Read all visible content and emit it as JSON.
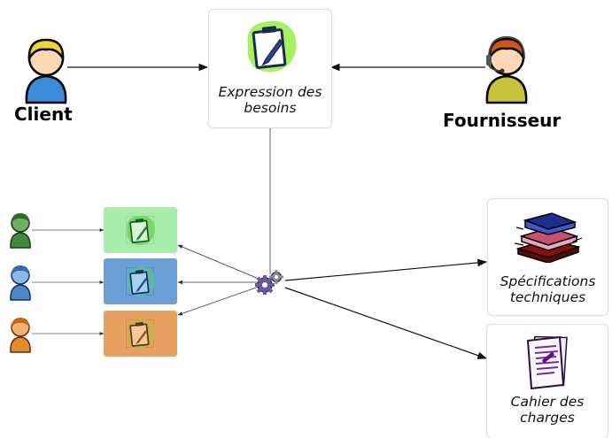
{
  "actors": {
    "client": {
      "name": "Client",
      "icon": "client-person-icon",
      "hair": "#f2d630",
      "shirt": "#3a8bd8"
    },
    "supplier": {
      "name": "Fournisseur",
      "icon": "supplier-headset-person-icon",
      "hair": "#d2541c",
      "shirt": "#c8c33a"
    }
  },
  "nodes": {
    "needs": {
      "label_line1": "Expression des",
      "label_line2": "besoins",
      "icon": "clipboard-pencil-icon"
    },
    "specs": {
      "label_line1": "Spécifications",
      "label_line2": "techniques",
      "icon": "book-stack-icon"
    },
    "charges": {
      "label_line1": "Cahier des",
      "label_line2": "charges",
      "icon": "document-sheets-icon"
    },
    "hub": {
      "icon": "gears-icon"
    }
  },
  "teams": [
    {
      "name": "green",
      "person_color": "#3f8a3a",
      "box_color": "#a8ecac",
      "icon": "clipboard-pencil-icon"
    },
    {
      "name": "blue",
      "person_color": "#4a86c8",
      "box_color": "#6aa0d6",
      "icon": "clipboard-pencil-icon"
    },
    {
      "name": "orange",
      "person_color": "#e88a2a",
      "box_color": "#e8a060",
      "icon": "clipboard-pencil-icon"
    }
  ],
  "colors": {
    "accent_green": "#a8f060",
    "card_border": "#dddddd",
    "line": "#333333"
  }
}
